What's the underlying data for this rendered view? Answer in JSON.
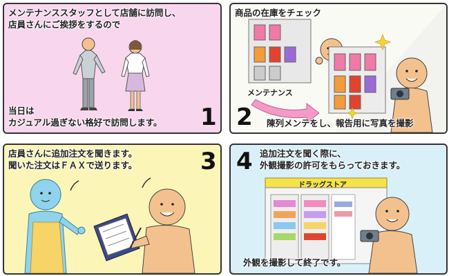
{
  "panels": [
    {
      "number": "1",
      "caption_lines": [
        "メンテナンススタッフとして店舗に訪問し、",
        "店員さんにご挨拶をするので"
      ],
      "footer_lines": [
        "当日は",
        "カジュアル過ぎない格好で訪問します。"
      ]
    },
    {
      "number": "2",
      "caption_lines": [
        "商品の在庫をチェック"
      ],
      "arrow_label": "メンテナンス",
      "footer_lines": [
        "陳列メンテをし、報告用に写真を撮影"
      ]
    },
    {
      "number": "3",
      "caption_lines": [
        "店員さんに追加注文を聞きます。",
        "聞いた注文はＦＡＸで送ります。"
      ]
    },
    {
      "number": "4",
      "caption_lines": [
        "追加注文を聞く際に、",
        "外観撮影の許可をもらっておきます。"
      ],
      "store_sign": "ドラッグストア",
      "footer_lines": [
        "外観を撮影して終了です。"
      ]
    }
  ],
  "colors": {
    "panel1_bg": "#f8d7ee",
    "panel2_bg": "#fafaf5",
    "panel3_bg": "#fbf6b8",
    "panel4_bg": "#d9f0f8",
    "skin": "#f3c18e",
    "staff_blue": "#8fd3ec",
    "apron": "#f6d468"
  }
}
